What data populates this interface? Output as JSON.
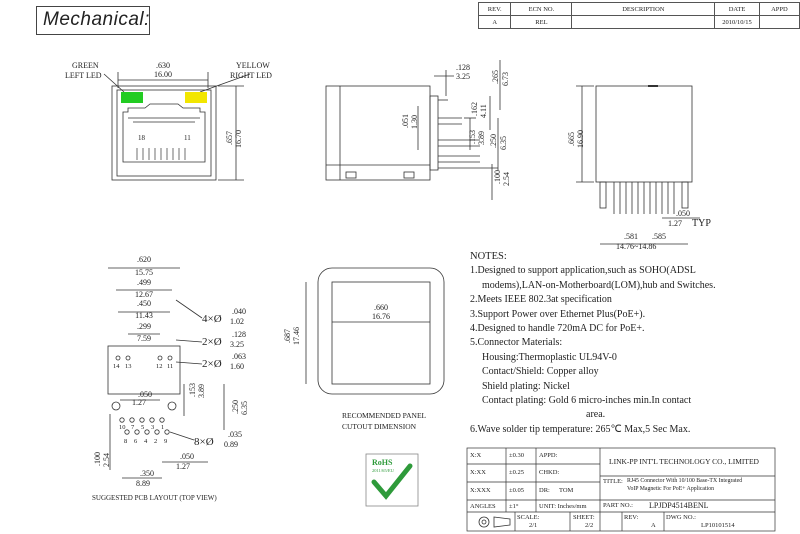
{
  "title": "Mechanical:",
  "revision_table": {
    "headers": [
      "REV.",
      "ECN NO.",
      "DESCRIPTION",
      "DATE",
      "APPD"
    ],
    "row": [
      "A",
      "REL",
      "",
      "2010/10/15",
      ""
    ]
  },
  "front_view": {
    "green_label": "GREEN",
    "left_led_label": "LEFT LED",
    "yellow_label": "YELLOW",
    "right_led_label": "RIGHT LED",
    "width_in": ".630",
    "width_mm": "16.00",
    "height_in": ".657",
    "height_mm": "16.70",
    "pin_left": "18",
    "pin_right": "11",
    "led_green": "#22cc22",
    "led_yellow": "#f2e600"
  },
  "side_view": {
    "d1_in": ".128",
    "d1_mm": "3.25",
    "d2_in": ".265",
    "d2_mm": "6.73",
    "d3_in": ".051",
    "d3_mm": "1.30",
    "d4_in": ".162",
    "d4_mm": "4.11",
    "d5_in": ".153",
    "d5_mm": "3.89",
    "d6_in": ".250",
    "d6_mm": "6.35",
    "d7_in": ".100",
    "d7_mm": "2.54"
  },
  "right_view": {
    "h_in": ".665",
    "h_mm": "16.90",
    "pitch_in": ".050",
    "pitch_mm": "1.27",
    "pitch_note": "TYP",
    "w1_in": ".581",
    "w2_in": ".585",
    "w_mm": "14.76~14.86"
  },
  "pcb_layout": {
    "w1_in": ".620",
    "w1_mm": "15.75",
    "w2_in": ".499",
    "w2_mm": "12.67",
    "w3_in": ".450",
    "w3_mm": "11.43",
    "w4_in": ".299",
    "w4_mm": "7.59",
    "hole1_prefix": "4×Ø",
    "hole1_in": ".040",
    "hole1_mm": "1.02",
    "hole2_prefix": "2×Ø",
    "hole2_in": ".128",
    "hole2_mm": "3.25",
    "hole3_prefix": "2×Ø",
    "hole3_in": ".063",
    "hole3_mm": "1.60",
    "pitch_in": ".050",
    "pitch_mm": "1.27",
    "v1_in": ".153",
    "v1_mm": "3.89",
    "v2_in": ".250",
    "v2_mm": "6.35",
    "hole4_prefix": "8×Ø",
    "hole4_in": ".035",
    "hole4_mm": "0.89",
    "row_in": ".100",
    "row_mm": "2.54",
    "p2_in": ".050",
    "p2_mm": "1.27",
    "w5_in": ".350",
    "w5_mm": "8.89",
    "top_pins": [
      "14",
      "13",
      "12",
      "11"
    ],
    "bottom_pins_a": [
      "10",
      "7",
      "5",
      "3",
      "1"
    ],
    "bottom_pins_b": [
      "8",
      "6",
      "4",
      "2",
      "9"
    ],
    "caption": "SUGGESTED PCB LAYOUT (TOP VIEW)"
  },
  "panel_cutout": {
    "w_in": ".660",
    "w_mm": "16.76",
    "h_in": ".687",
    "h_mm": "17.46",
    "caption1": "RECOMMENDED PANEL",
    "caption2": "CUTOUT DIMENSION"
  },
  "notes": {
    "heading": "NOTES:",
    "n1a": "1.Designed to support application,such as SOHO(ADSL",
    "n1b": "modems),LAN-on-Motherboard(LOM),hub and Switches.",
    "n2": "2.Meets IEEE 802.3at specification",
    "n3": "3.Support Power over Ethernet Plus(PoE+).",
    "n4": "4.Designed to handle 720mA DC for PoE+.",
    "n5": "5.Connector Materials:",
    "m1": "Housing:Thermoplastic UL94V-0",
    "m2": "Contact/Shield: Copper alloy",
    "m3": "Shield plating: Nickel",
    "m4a": "Contact plating: Gold 6 micro-inches min.In contact",
    "m4b": "area.",
    "n6": "6.Wave solder tip temperature: 265℃ Max,5 Sec Max."
  },
  "rohs": {
    "label": "RoHS",
    "sub": "2011/65/EU",
    "color": "#2e9a3a"
  },
  "title_block": {
    "tol1_k": "X:X",
    "tol1_v": "±0.30",
    "tol2_k": "X:XX",
    "tol2_v": "±0.25",
    "tol3_k": "X:XXX",
    "tol3_v": "±0.05",
    "ang_k": "ANGLES",
    "ang_v": "±1°",
    "appd": "APPD:",
    "chkd": "CHKD:",
    "dr": "DR:",
    "dr_v": "TOM",
    "unit": "UNIT: Inches/mm",
    "company": "LINK-PP INT'L TECHNOLOGY CO., LIMITED",
    "title_k": "TITLE:",
    "title_v1": "RJ45 Connector With 10/100 Base-TX Integrated",
    "title_v2": "VoIP Magnetic For PoE+ Application",
    "part_k": "PART NO.:",
    "part_v": "LPJDP4514BENL",
    "scale_k": "SCALE:",
    "scale_v": "2/1",
    "sheet_k": "SHEET:",
    "sheet_v": "2/2",
    "rev_k": "REV:",
    "rev_v": "A",
    "dwg_k": "DWG NO.:",
    "dwg_v": "LP10101514"
  }
}
